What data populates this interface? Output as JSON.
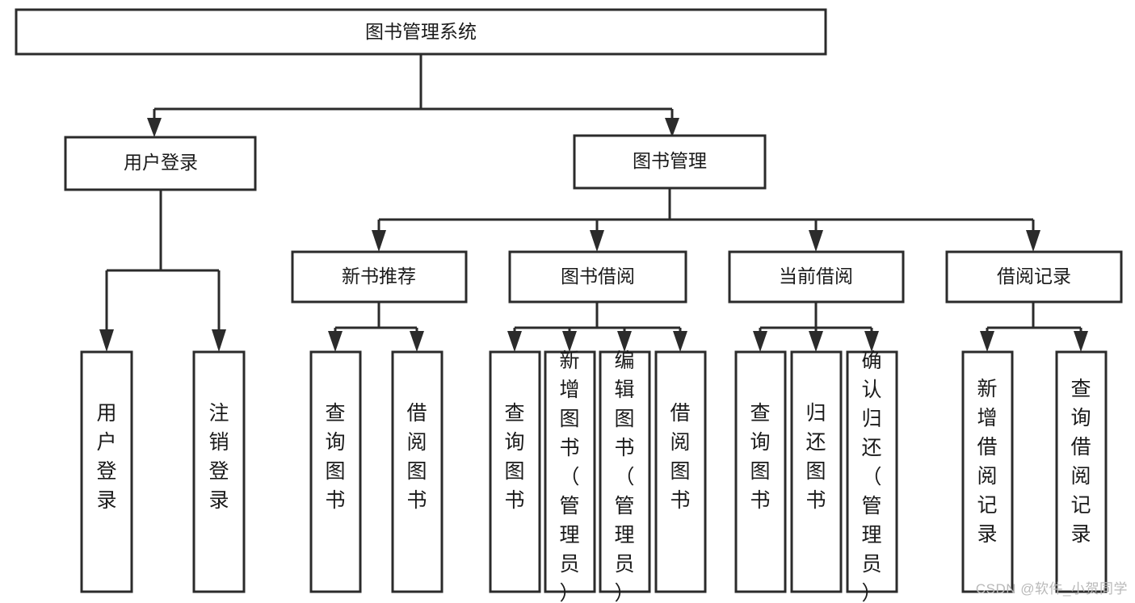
{
  "diagram": {
    "type": "tree-hierarchy-chart",
    "title": "图书管理系统",
    "watermark": "CSDN @软件_小贺同学",
    "colors": {
      "box_stroke": "#2b2b2b",
      "box_fill": "#ffffff",
      "text": "#1a1a1a",
      "background": "#ffffff",
      "watermark": "#b9b9b9"
    },
    "levels": {
      "root": {
        "label": "图书管理系统"
      },
      "level2": [
        {
          "id": "user-login",
          "label": "用户登录"
        },
        {
          "id": "book-management",
          "label": "图书管理"
        }
      ],
      "level3": [
        {
          "id": "new-book-recommend",
          "label": "新书推荐",
          "parent": "book-management"
        },
        {
          "id": "book-borrow",
          "label": "图书借阅",
          "parent": "book-management"
        },
        {
          "id": "current-borrow",
          "label": "当前借阅",
          "parent": "book-management"
        },
        {
          "id": "borrow-record",
          "label": "借阅记录",
          "parent": "book-management"
        }
      ],
      "leaves": [
        {
          "id": "leaf-user-login",
          "label": "用户登录",
          "parent": "user-login"
        },
        {
          "id": "leaf-logout-login",
          "label": "注销登录",
          "parent": "user-login"
        },
        {
          "id": "leaf-query-book-1",
          "label": "查询图书",
          "parent": "new-book-recommend"
        },
        {
          "id": "leaf-borrow-book-1",
          "label": "借阅图书",
          "parent": "new-book-recommend"
        },
        {
          "id": "leaf-query-book-2",
          "label": "查询图书",
          "parent": "book-borrow"
        },
        {
          "id": "leaf-add-book",
          "label": "新增图书（管理员）",
          "parent": "book-borrow"
        },
        {
          "id": "leaf-edit-book",
          "label": "编辑图书（管理员）",
          "parent": "book-borrow"
        },
        {
          "id": "leaf-borrow-book-2",
          "label": "借阅图书",
          "parent": "book-borrow"
        },
        {
          "id": "leaf-query-book-3",
          "label": "查询图书",
          "parent": "current-borrow"
        },
        {
          "id": "leaf-return-book",
          "label": "归还图书",
          "parent": "current-borrow"
        },
        {
          "id": "leaf-confirm-return",
          "label": "确认归还（管理员）",
          "parent": "current-borrow"
        },
        {
          "id": "leaf-add-record",
          "label": "新增借阅记录",
          "parent": "borrow-record"
        },
        {
          "id": "leaf-query-record",
          "label": "查询借阅记录",
          "parent": "borrow-record"
        }
      ]
    }
  }
}
